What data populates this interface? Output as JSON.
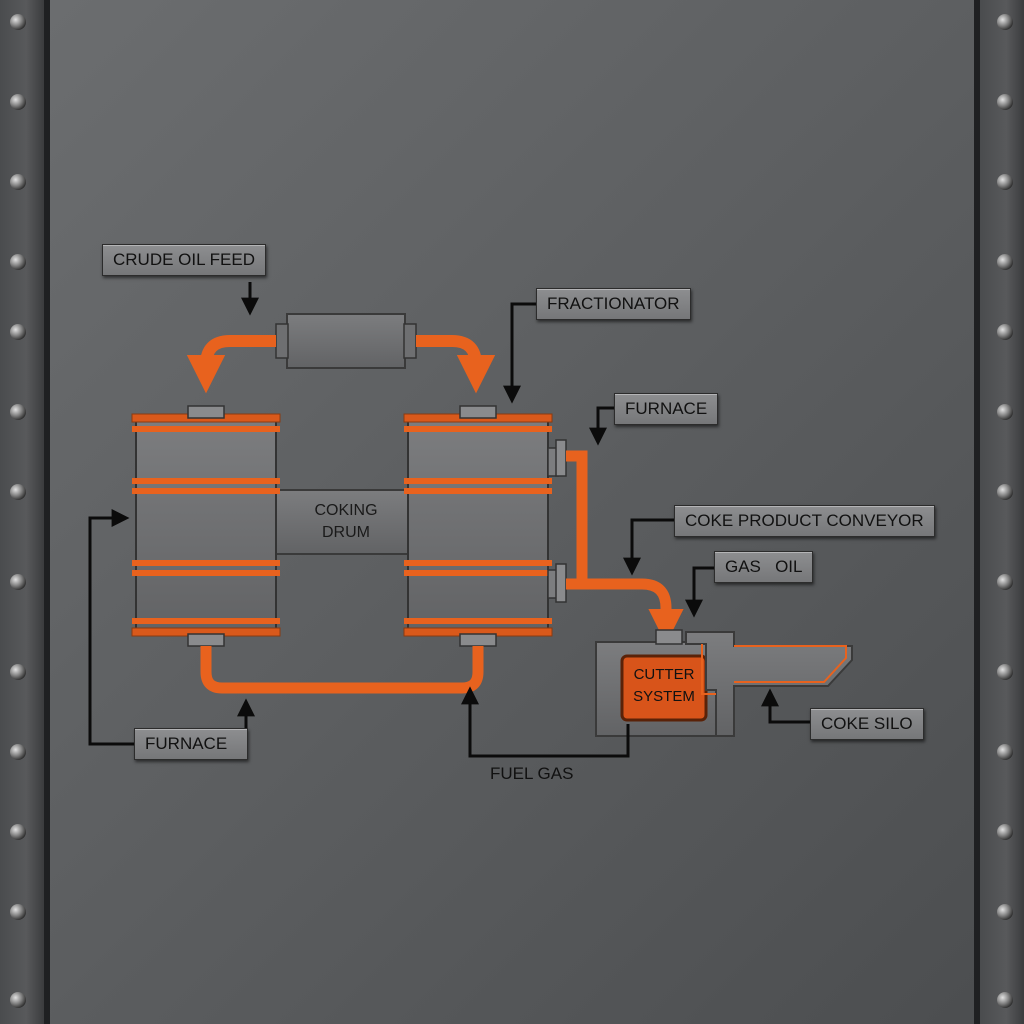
{
  "labels": {
    "crude_oil_feed": "CRUDE OIL FEED",
    "fractionator": "FRACTIONATOR",
    "furnace_top": "FURNACE",
    "coke_product_conveyor": "COKE PRODUCT CONVEYOR",
    "gas_oil": "GAS   OIL",
    "coke_silo": "COKE SILO",
    "furnace_bottom": "FURNACE",
    "fuel_gas": "FUEL GAS"
  },
  "coking_drum": {
    "line1": "COKING",
    "line2": "DRUM"
  },
  "cutter_system": {
    "line1": "CUTTER",
    "line2": "SYSTEM"
  },
  "colors": {
    "pipe_orange": "#e8621e",
    "pipe_orange_dark": "#b84a14",
    "metal_panel": "#5e6062",
    "metal_frame": "#45474a",
    "arrow_black": "#0b0b0b",
    "cutter_box": "#d8541a"
  }
}
